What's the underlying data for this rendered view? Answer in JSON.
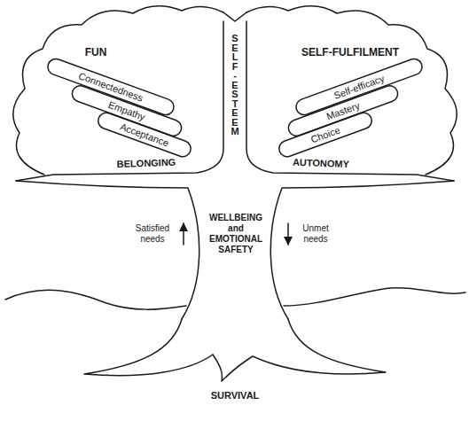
{
  "diagram": {
    "labels": [
      "FUN",
      "SELF-FULFILMENT",
      "SELF-ESTEEM",
      "Connectedness",
      "Empathy",
      "Acceptance",
      "Self-efficacy",
      "Mastery",
      "Choice",
      "BELONGING",
      "AUTONOMY",
      "Satisfied needs",
      "WELLBEING and EMOTIONAL SAFETY",
      "Unmet needs",
      "SURVIVAL"
    ]
  }
}
